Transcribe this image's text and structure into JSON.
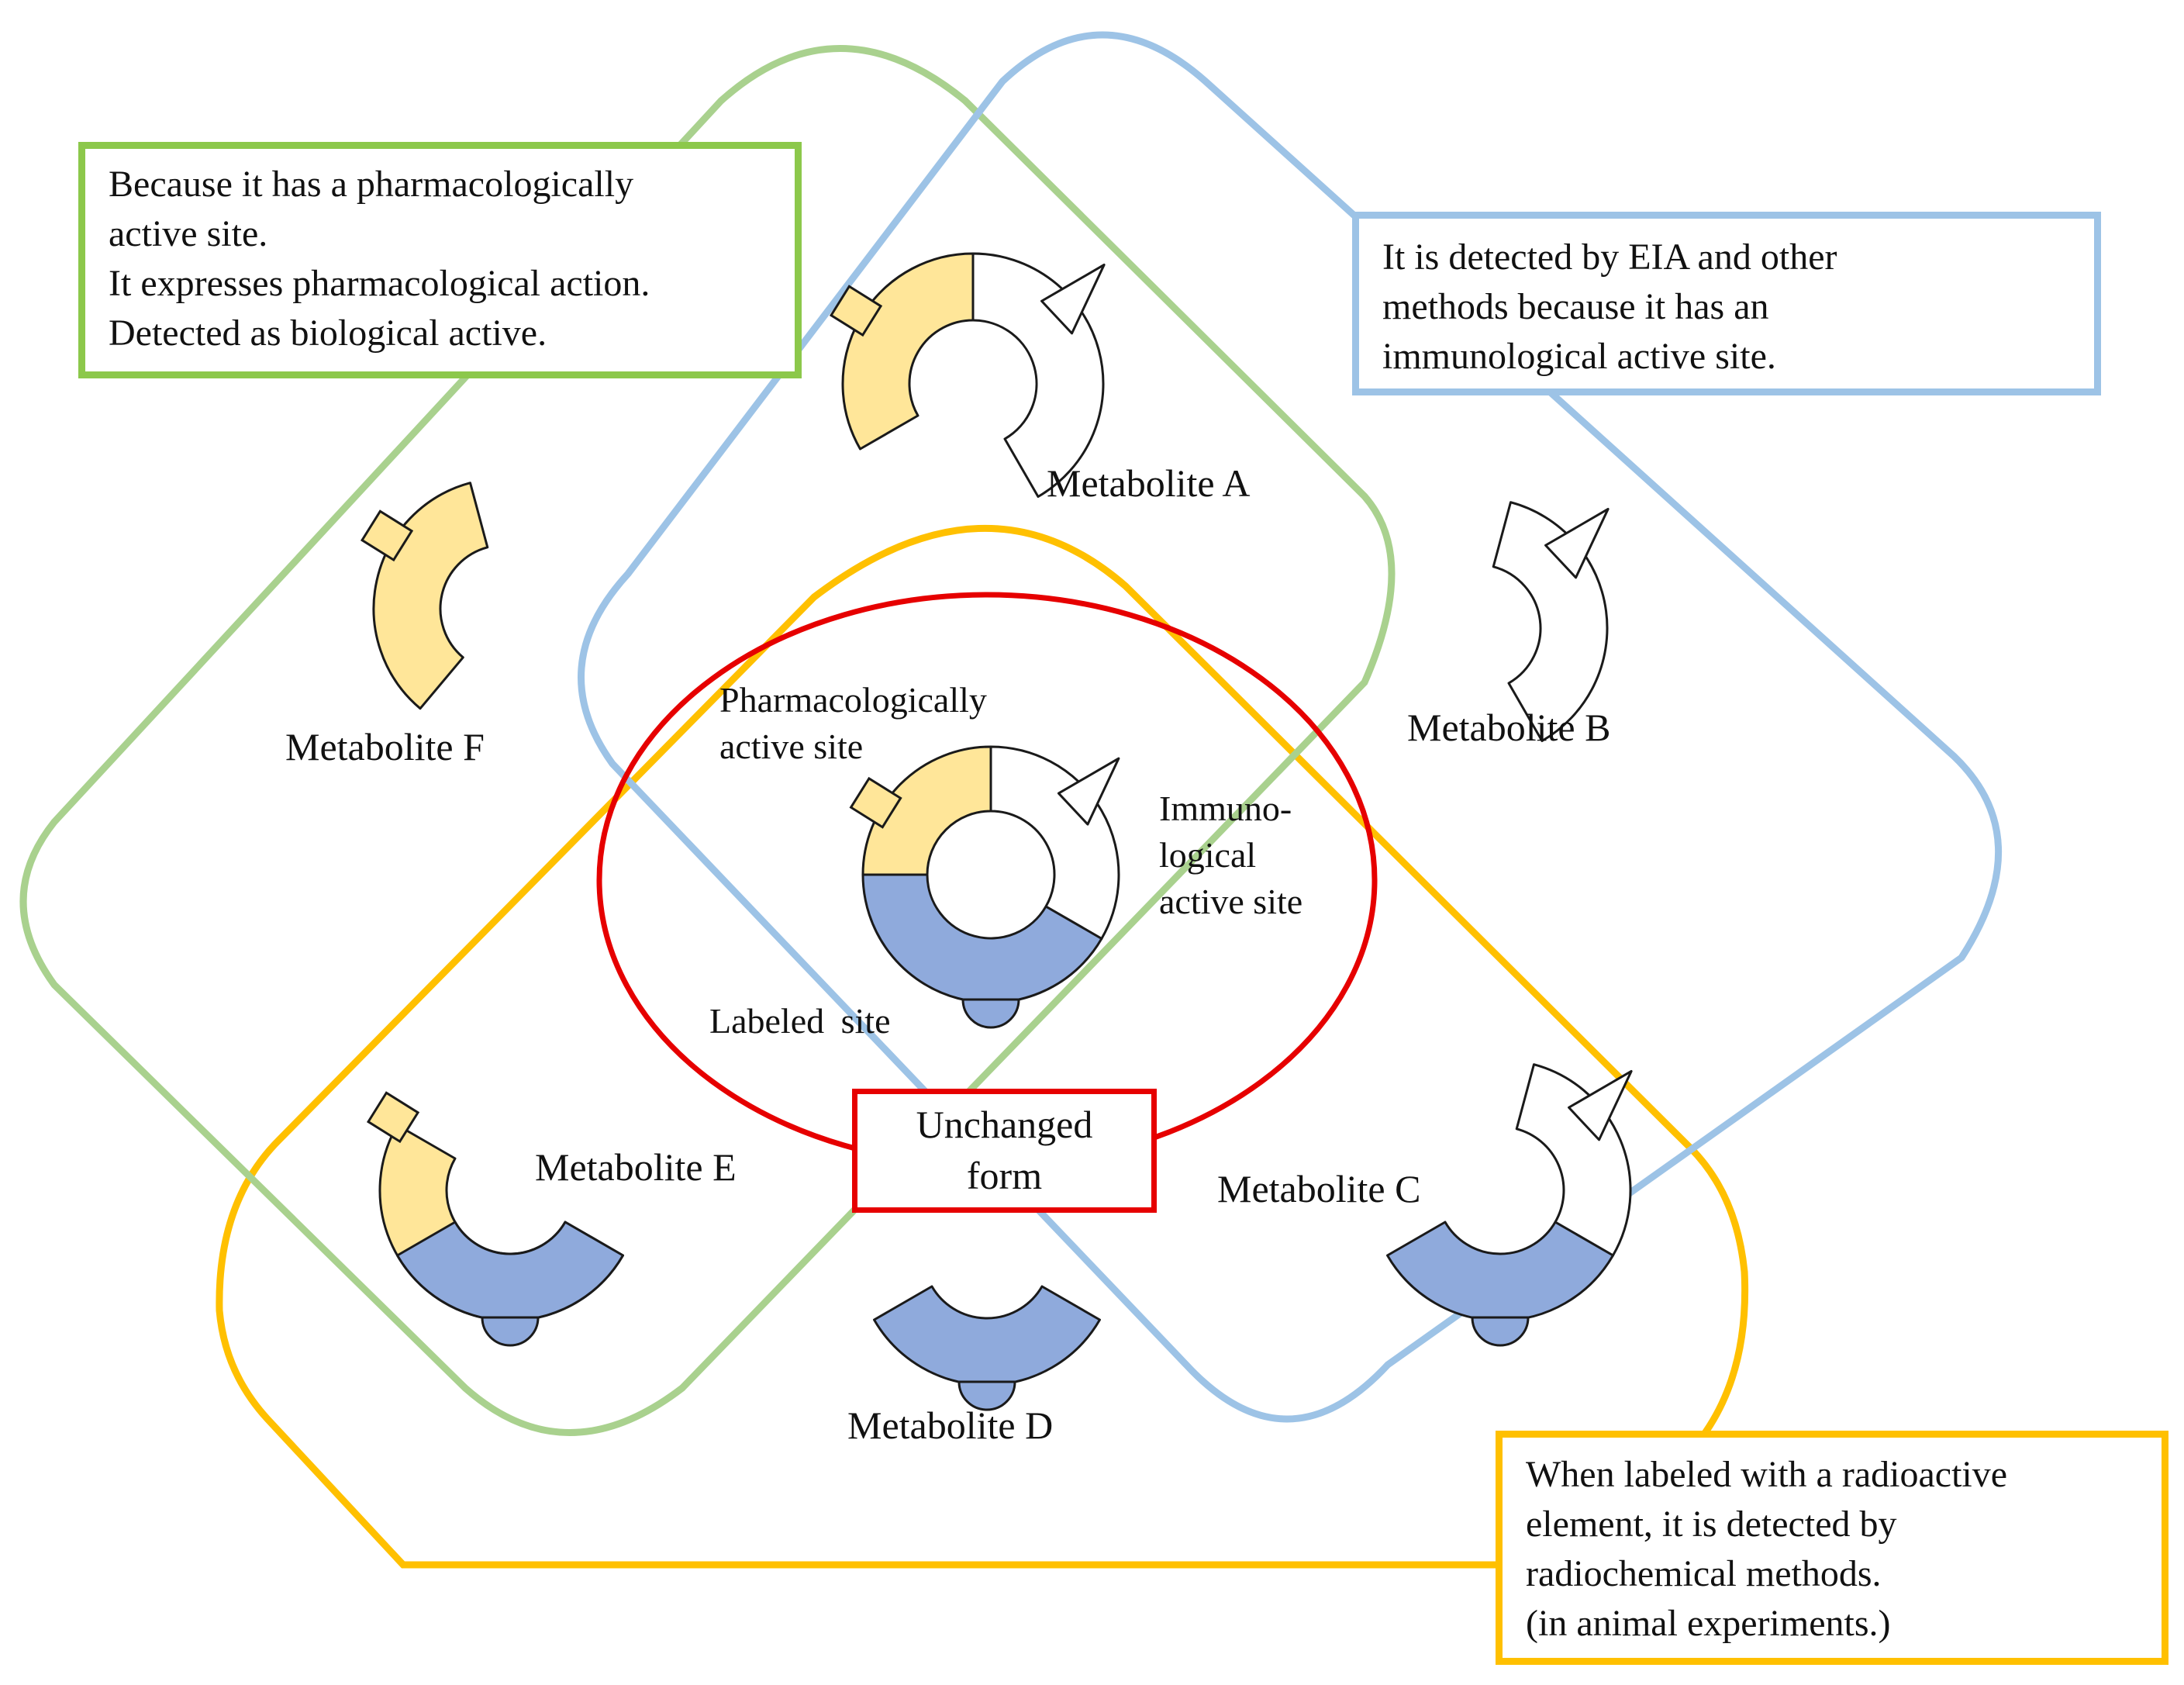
{
  "colors": {
    "pharmacological_region": "#a9d18e",
    "immunological_region": "#9dc3e6",
    "radioactive_region": "#ffc000",
    "unchanged_form": "#e60000",
    "pharmacological_site_fill": "#ffe699",
    "labeled_site_fill": "#8faadc",
    "immunological_site_fill": "#ffffff"
  },
  "notes": {
    "pharmacological": [
      "Because it has a pharmacologically",
      "active site.",
      "It expresses pharmacological action.",
      "Detected as biological active."
    ],
    "immunological": [
      "It is detected by EIA and other",
      "methods because it has an",
      "immunological active site."
    ],
    "radioactive": [
      "When labeled with a radioactive",
      "element, it is detected by",
      "radiochemical methods.",
      "(in animal experiments.)"
    ],
    "unchanged": [
      "Unchanged",
      "form"
    ]
  },
  "center": {
    "site_labels": {
      "pharmacological": [
        "Pharmacologically",
        "active site"
      ],
      "immunological": [
        "Immuno-",
        "logical",
        "active site"
      ],
      "labeled": "Labeled site"
    }
  },
  "metabolites": {
    "A": "Metabolite A",
    "B": "Metabolite B",
    "C": "Metabolite C",
    "D": "Metabolite D",
    "E": "Metabolite E",
    "F": "Metabolite F"
  }
}
